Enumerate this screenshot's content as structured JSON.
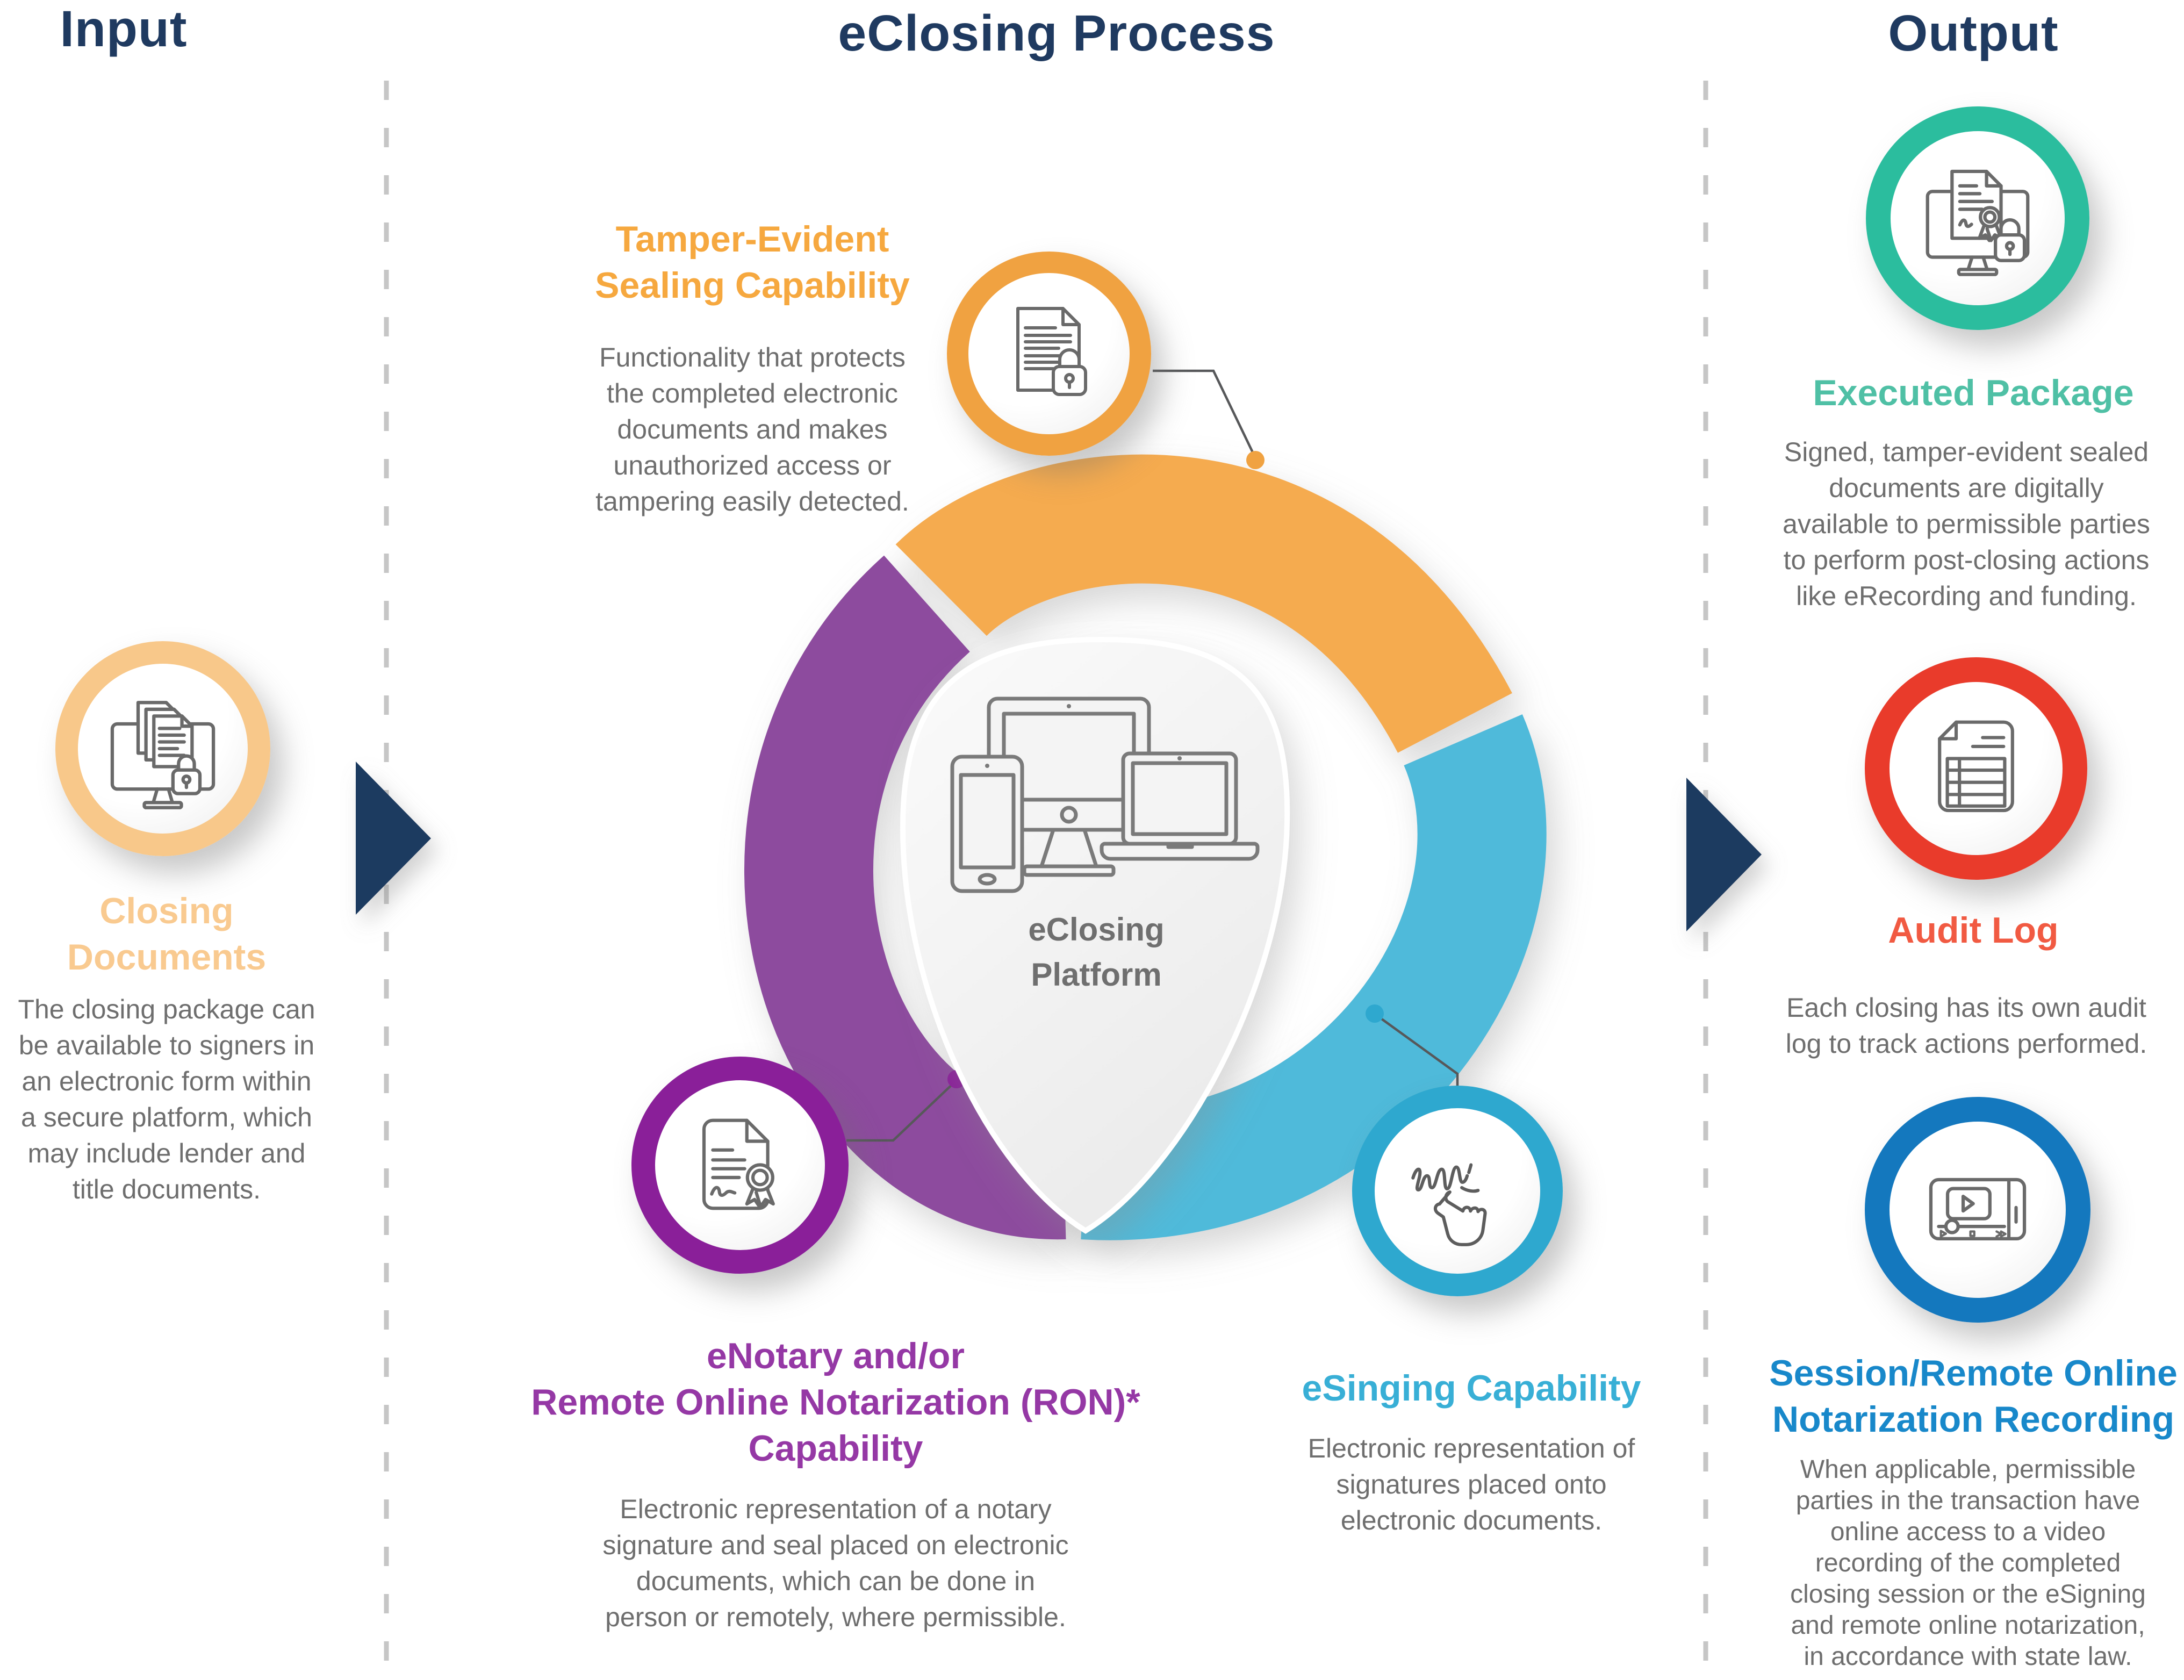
{
  "headers": {
    "input": "Input",
    "process": "eClosing Process",
    "output": "Output"
  },
  "colors": {
    "heading_navy": "#1F3A60",
    "body_gray": "#6e6e6e",
    "input_accent": "#F9CA90",
    "tamper_accent": "#F6A83F",
    "enotary_accent": "#9538A5",
    "esigning_accent": "#38AFD6",
    "executed_accent": "#4FC0A5",
    "audit_accent": "#F15A42",
    "session_accent": "#1888CA",
    "swirl_orange": "#F5AB4F",
    "swirl_purple": "#8D4B9E",
    "swirl_teal": "#4FBADA",
    "arrow_navy": "#1F3A60"
  },
  "input": {
    "title": "Closing\nDocuments",
    "body": "The closing package can\nbe available to signers in\nan electronic form within\na secure platform, which\nmay include lender and\ntitle documents.",
    "icon": "monitor-documents-lock-icon"
  },
  "process": {
    "platform": {
      "label": "eClosing\nPlatform",
      "icon": "devices-icon"
    },
    "tamper": {
      "title": "Tamper-Evident\nSealing Capability",
      "body": "Functionality that protects\nthe completed electronic\ndocuments and makes\nunauthorized access or\ntampering easily detected.",
      "icon": "sealed-document-lock-icon"
    },
    "enotary": {
      "title": "eNotary and/or\nRemote Online Notarization (RON)*\nCapability",
      "body": "Electronic representation of a notary\nsignature and seal placed on electronic\ndocuments, which can be done in\nperson or remotely, where permissible.",
      "icon": "notary-certificate-icon"
    },
    "esigning": {
      "title": "eSinging Capability",
      "body": "Electronic representation of\nsignatures placed onto\nelectronic documents.",
      "icon": "signature-hand-icon"
    }
  },
  "output": {
    "executed": {
      "title": "Executed Package",
      "body": "Signed, tamper-evident sealed\ndocuments are digitally\navailable to permissible parties\nto perform post-closing actions\nlike eRecording and funding.",
      "icon": "monitor-certificate-lock-icon"
    },
    "audit": {
      "title": "Audit Log",
      "body": "Each closing has its own audit\nlog to track actions performed.",
      "icon": "audit-table-document-icon"
    },
    "session": {
      "title": "Session/Remote Online\nNotarization Recording",
      "body": "When applicable, permissible\nparties in the transaction have\nonline access to a video\nrecording of the completed\nclosing session or the eSigning\nand remote online notarization,\nin accordance with state law.",
      "icon": "video-player-icon"
    }
  }
}
